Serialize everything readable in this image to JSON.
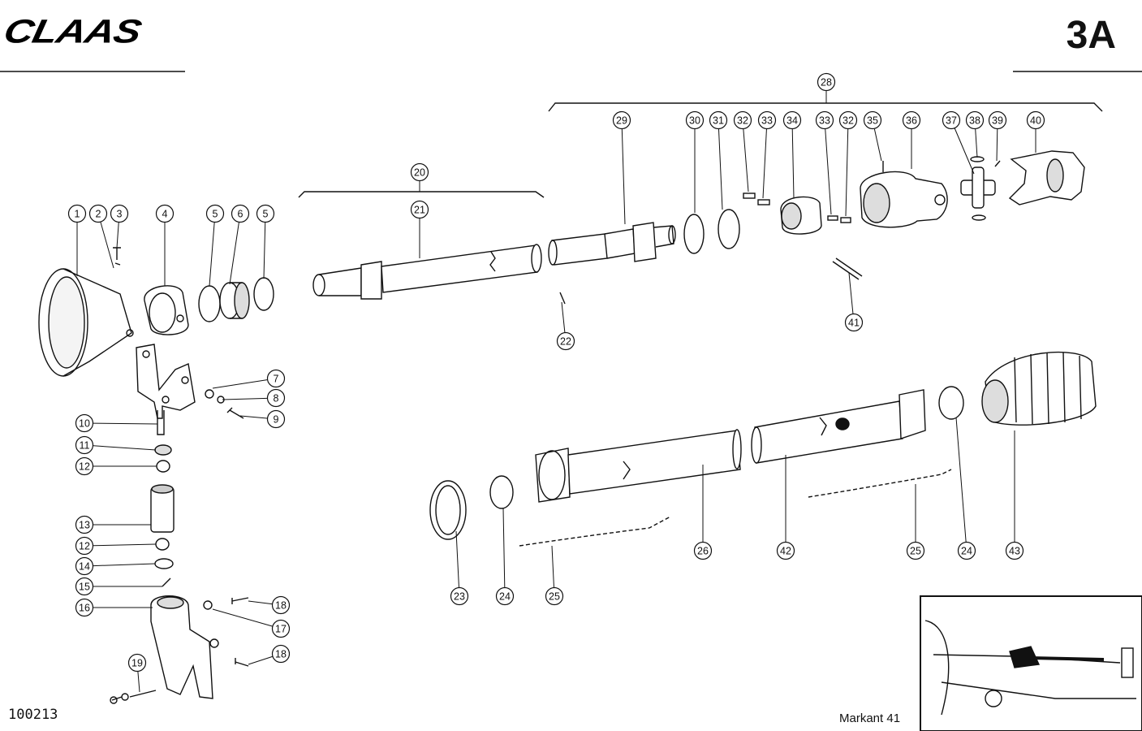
{
  "header": {
    "brand": "CLAAS",
    "sheet": "3A"
  },
  "footer": {
    "doc_number": "100213",
    "model": "Markant 41"
  },
  "callouts": [
    "1",
    "2",
    "3",
    "4",
    "5",
    "6",
    "5",
    "7",
    "8",
    "9",
    "10",
    "11",
    "12",
    "13",
    "12",
    "14",
    "15",
    "16",
    "17",
    "18",
    "18",
    "19",
    "20",
    "21",
    "22",
    "28",
    "29",
    "30",
    "31",
    "32",
    "33",
    "34",
    "33",
    "32",
    "35",
    "36",
    "37",
    "38",
    "39",
    "40",
    "41",
    "23",
    "24",
    "25",
    "26",
    "42",
    "25",
    "24",
    "43"
  ]
}
